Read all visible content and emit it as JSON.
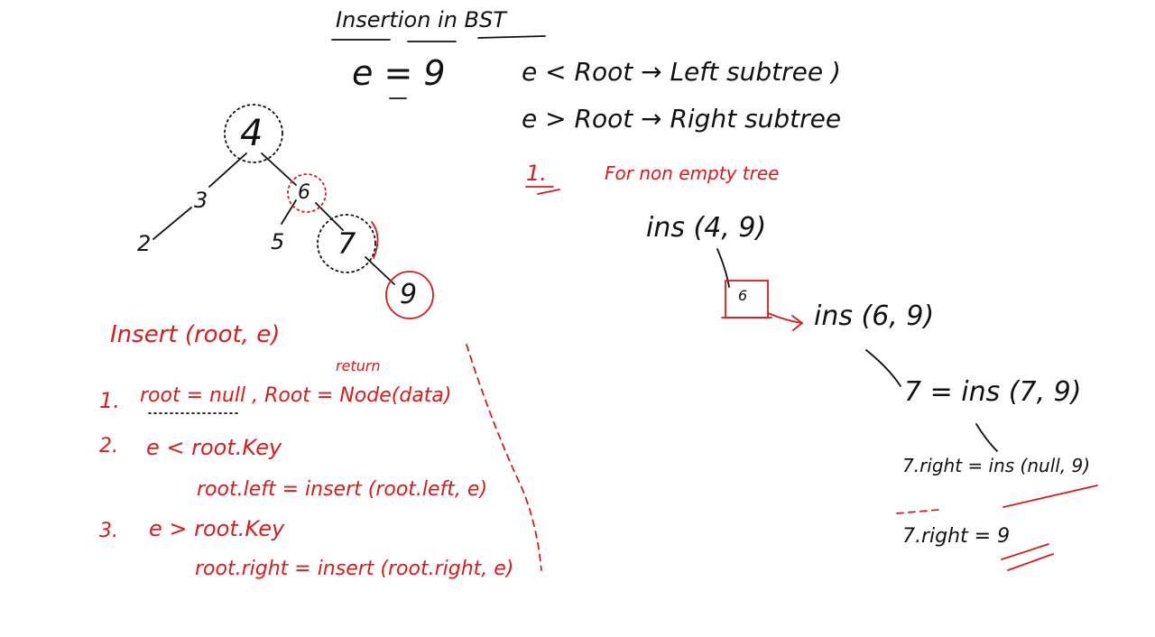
{
  "title": "Insertion in BST",
  "given": "e = 9",
  "rules": {
    "left": "e < Root  →  Left subtree )",
    "right": "e > Root  →  Right subtree"
  },
  "step_label": "1.",
  "step_text": "For non empty tree",
  "tree": {
    "root": "4",
    "n6": "6",
    "n3": "3",
    "n2": "2",
    "n5": "5",
    "n7": "7",
    "n9": "9"
  },
  "recursion": {
    "call1": "ins (4, 9)",
    "box": "6",
    "call2": "ins (6, 9)",
    "call3": "7 = ins (7, 9)",
    "call4": "7.right = ins (null, 9)",
    "result": "7.right = 9"
  },
  "algorithm": {
    "signature": "Insert (root, e)",
    "annotation": "return",
    "s1_num": "1.",
    "s1": "root = null ,  Root = Node(data)",
    "s2_num": "2.",
    "s2": "e < root.Key",
    "s2b": "root.left = insert (root.left, e)",
    "s3_num": "3.",
    "s3": "e > root.Key",
    "s3b": "root.right = insert (root.right, e)"
  }
}
